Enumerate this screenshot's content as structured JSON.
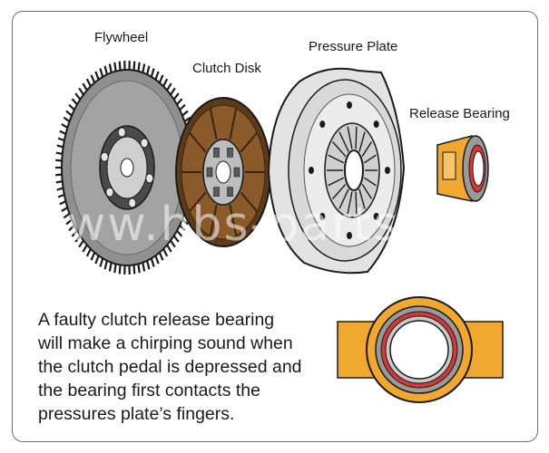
{
  "labels": {
    "flywheel": "Flywheel",
    "clutch_disk": "Clutch Disk",
    "pressure_plate": "Pressure Plate",
    "release_bearing": "Release Bearing"
  },
  "caption": {
    "lines": [
      "A faulty clutch release bearing",
      "will make a chirping sound when",
      "the clutch pedal is depressed and",
      "the bearing first contacts the",
      "pressures plate’s fingers."
    ]
  },
  "watermark": "www.hbs-parts.com",
  "colors": {
    "outline": "#1a1a1a",
    "flywheel_face": "#8f8f8f",
    "flywheel_hub": "#4a4a4a",
    "disk_friction": "#8a5a2b",
    "disk_dark": "#5e3a18",
    "pressure_plate": "#d9d9d9",
    "bearing_orange": "#f0a830",
    "bearing_red": "#d23a3a",
    "bearing_gray": "#9a9a9a"
  }
}
